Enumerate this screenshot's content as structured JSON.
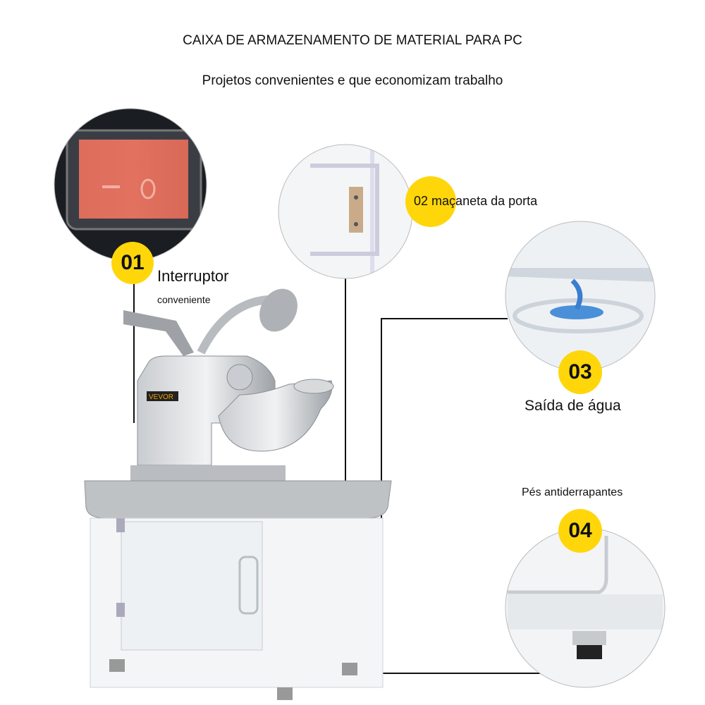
{
  "header": {
    "title": "CAIXA DE ARMAZENAMENTO DE MATERIAL PARA PC",
    "subtitle": "Projetos convenientes e que economizam trabalho"
  },
  "features": [
    {
      "number": "01",
      "label": "Interruptor",
      "sublabel": "conveniente"
    },
    {
      "number": "02",
      "label": "maçaneta da porta"
    },
    {
      "number": "03",
      "label": "Saída de água"
    },
    {
      "number": "04",
      "label": "Pés antiderrapantes"
    }
  ],
  "product": {
    "brand": "VEVOR"
  },
  "colors": {
    "badge": "#ffd60a",
    "switch": "#e0604c",
    "water": "#4a90d9"
  }
}
